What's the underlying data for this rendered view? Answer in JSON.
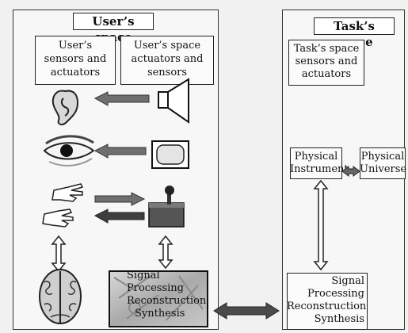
{
  "user_space": {
    "title": "User’s space",
    "sensors_box": {
      "line1": "User’s",
      "line2": "sensors and",
      "line3": "actuators"
    },
    "actuators_box": {
      "line1": "User’s space",
      "line2": "actuators and",
      "line3": "sensors"
    },
    "signal_box": {
      "line1": "Signal",
      "line2": "Processing",
      "line3": "Reconstruction",
      "line4": "Synthesis"
    }
  },
  "task_space": {
    "title": "Task’s space",
    "sensors_box": {
      "line1": "Task’s space",
      "line2": "sensors and",
      "line3": "actuators"
    },
    "instrument_box": {
      "line1": "Physical",
      "line2": "Instrument"
    },
    "universe_box": {
      "line1": "Physical",
      "line2": "Universe"
    },
    "signal_box": {
      "line1": "Signal",
      "line2": "Processing",
      "line3": "Reconstruction",
      "line4": "Synthesis"
    }
  },
  "icons": [
    "ear-icon",
    "speaker-icon",
    "eye-icon",
    "display-icon",
    "hands-icon",
    "joystick-icon",
    "brain-icon"
  ]
}
